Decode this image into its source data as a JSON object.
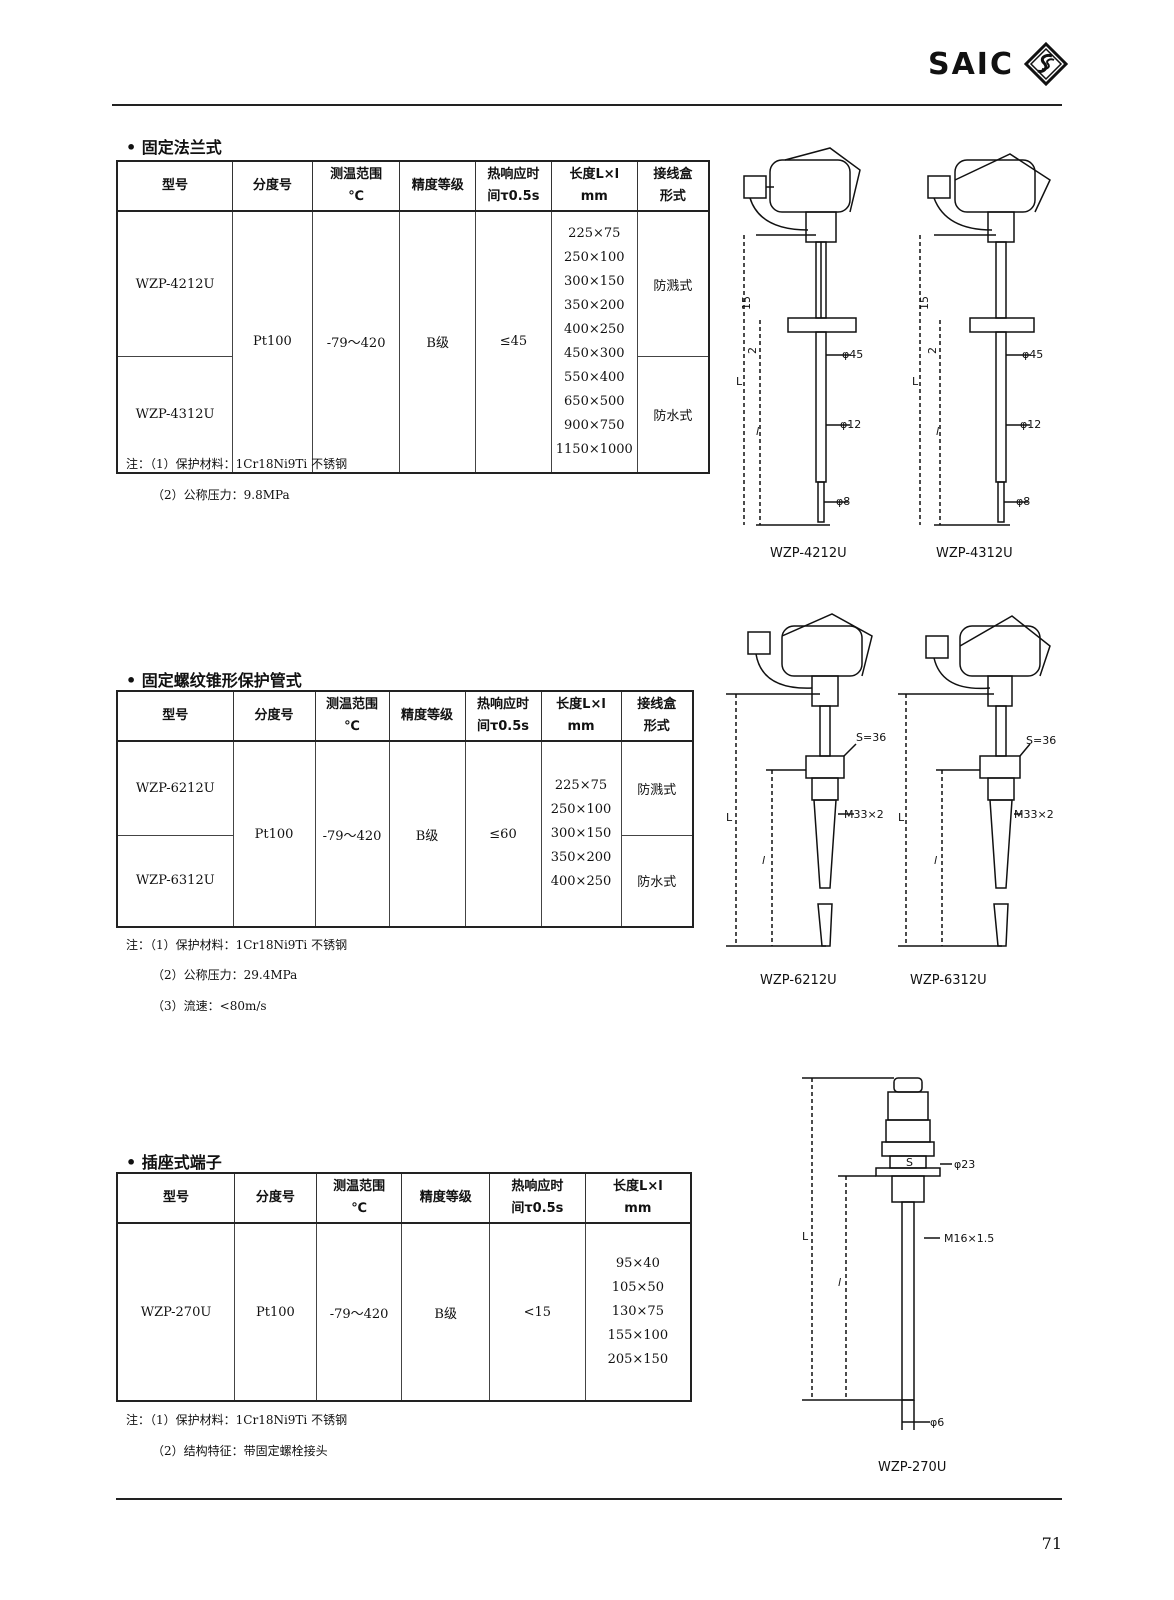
{
  "header": {
    "brand": "SAIC",
    "page_number": "71"
  },
  "sections": [
    {
      "title": "• 固定法兰式",
      "headers": [
        "型号",
        "分度号",
        "测温范围",
        "℃",
        "精度等级",
        "热响应时",
        "间τ0.5s",
        "长度L×l",
        "mm",
        "接线盒",
        "形式"
      ],
      "models": [
        "WZP-4212U",
        "WZP-4312U"
      ],
      "graduation": "Pt100",
      "range": "-79～420",
      "accuracy": "B级",
      "response": "≤45",
      "lengths": [
        "225×75",
        "250×100",
        "300×150",
        "350×200",
        "400×250",
        "450×300",
        "550×400",
        "650×500",
        "900×750",
        "1150×1000"
      ],
      "box_types": [
        "防溅式",
        "防水式"
      ],
      "notes": [
        "注：（1）保护材料：1Cr18Ni9Ti 不锈钢",
        "（2）公称压力：9.8MPa"
      ],
      "figure_labels": {
        "left": "WZP-4212U",
        "right": "WZP-4312U",
        "d45": "φ45",
        "d12": "φ12",
        "d8": "φ8",
        "n15": "15",
        "n2": "2",
        "L": "L",
        "l": "l"
      }
    },
    {
      "title": "• 固定螺纹锥形保护管式",
      "headers": [
        "型号",
        "分度号",
        "测温范围",
        "℃",
        "精度等级",
        "热响应时",
        "间τ0.5s",
        "长度L×l",
        "mm",
        "接线盒",
        "形式"
      ],
      "models": [
        "WZP-6212U",
        "WZP-6312U"
      ],
      "graduation": "Pt100",
      "range": "-79～420",
      "accuracy": "B级",
      "response": "≤60",
      "lengths": [
        "225×75",
        "250×100",
        "300×150",
        "350×200",
        "400×250"
      ],
      "box_types": [
        "防溅式",
        "防水式"
      ],
      "notes": [
        "注：（1）保护材料：1Cr18Ni9Ti 不锈钢",
        "（2）公称压力：29.4MPa",
        "（3）流速：<80m/s"
      ],
      "figure_labels": {
        "left": "WZP-6212U",
        "right": "WZP-6312U",
        "s36": "S=36",
        "m33": "M33×2",
        "L": "L",
        "l": "l"
      }
    },
    {
      "title": "• 插座式端子",
      "headers": [
        "型号",
        "分度号",
        "测温范围",
        "℃",
        "精度等级",
        "热响应时",
        "间τ0.5s",
        "长度L×l",
        "mm"
      ],
      "models": [
        "WZP-270U"
      ],
      "graduation": "Pt100",
      "range": "-79～420",
      "accuracy": "B级",
      "response": "<15",
      "lengths": [
        "95×40",
        "105×50",
        "130×75",
        "155×100",
        "205×150"
      ],
      "notes": [
        "注：（1）保护材料：1Cr18Ni9Ti 不锈钢",
        "（2）结构特征：带固定螺栓接头"
      ],
      "figure_labels": {
        "caption": "WZP-270U",
        "d23": "φ23",
        "s": "S",
        "m16": "M16×1.5",
        "d6": "φ6",
        "L": "L",
        "l": "l"
      }
    }
  ]
}
